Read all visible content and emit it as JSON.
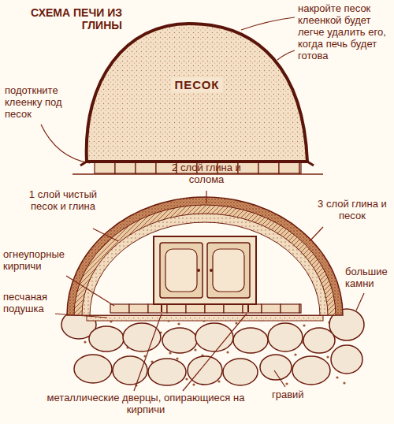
{
  "diagram": {
    "title": "СХЕМА ПЕЧИ ИЗ ГЛИНЫ",
    "nodes": [
      {
        "text": [
          "ПЕСОК"
        ]
      }
    ],
    "labels": [
      "накройте песок клеенкой будет легче удалить его, когда печь будет готова",
      "подоткните клеенку под песок",
      "1 слой чистый песок и глина",
      "2 слой глина и солома",
      "3 слой глина и песок",
      "огнеупорные кирпичи",
      "песчаная подушка",
      "большие камни",
      "металлические дверцы, опирающиеся на кирпичи",
      "гравий"
    ]
  }
}
